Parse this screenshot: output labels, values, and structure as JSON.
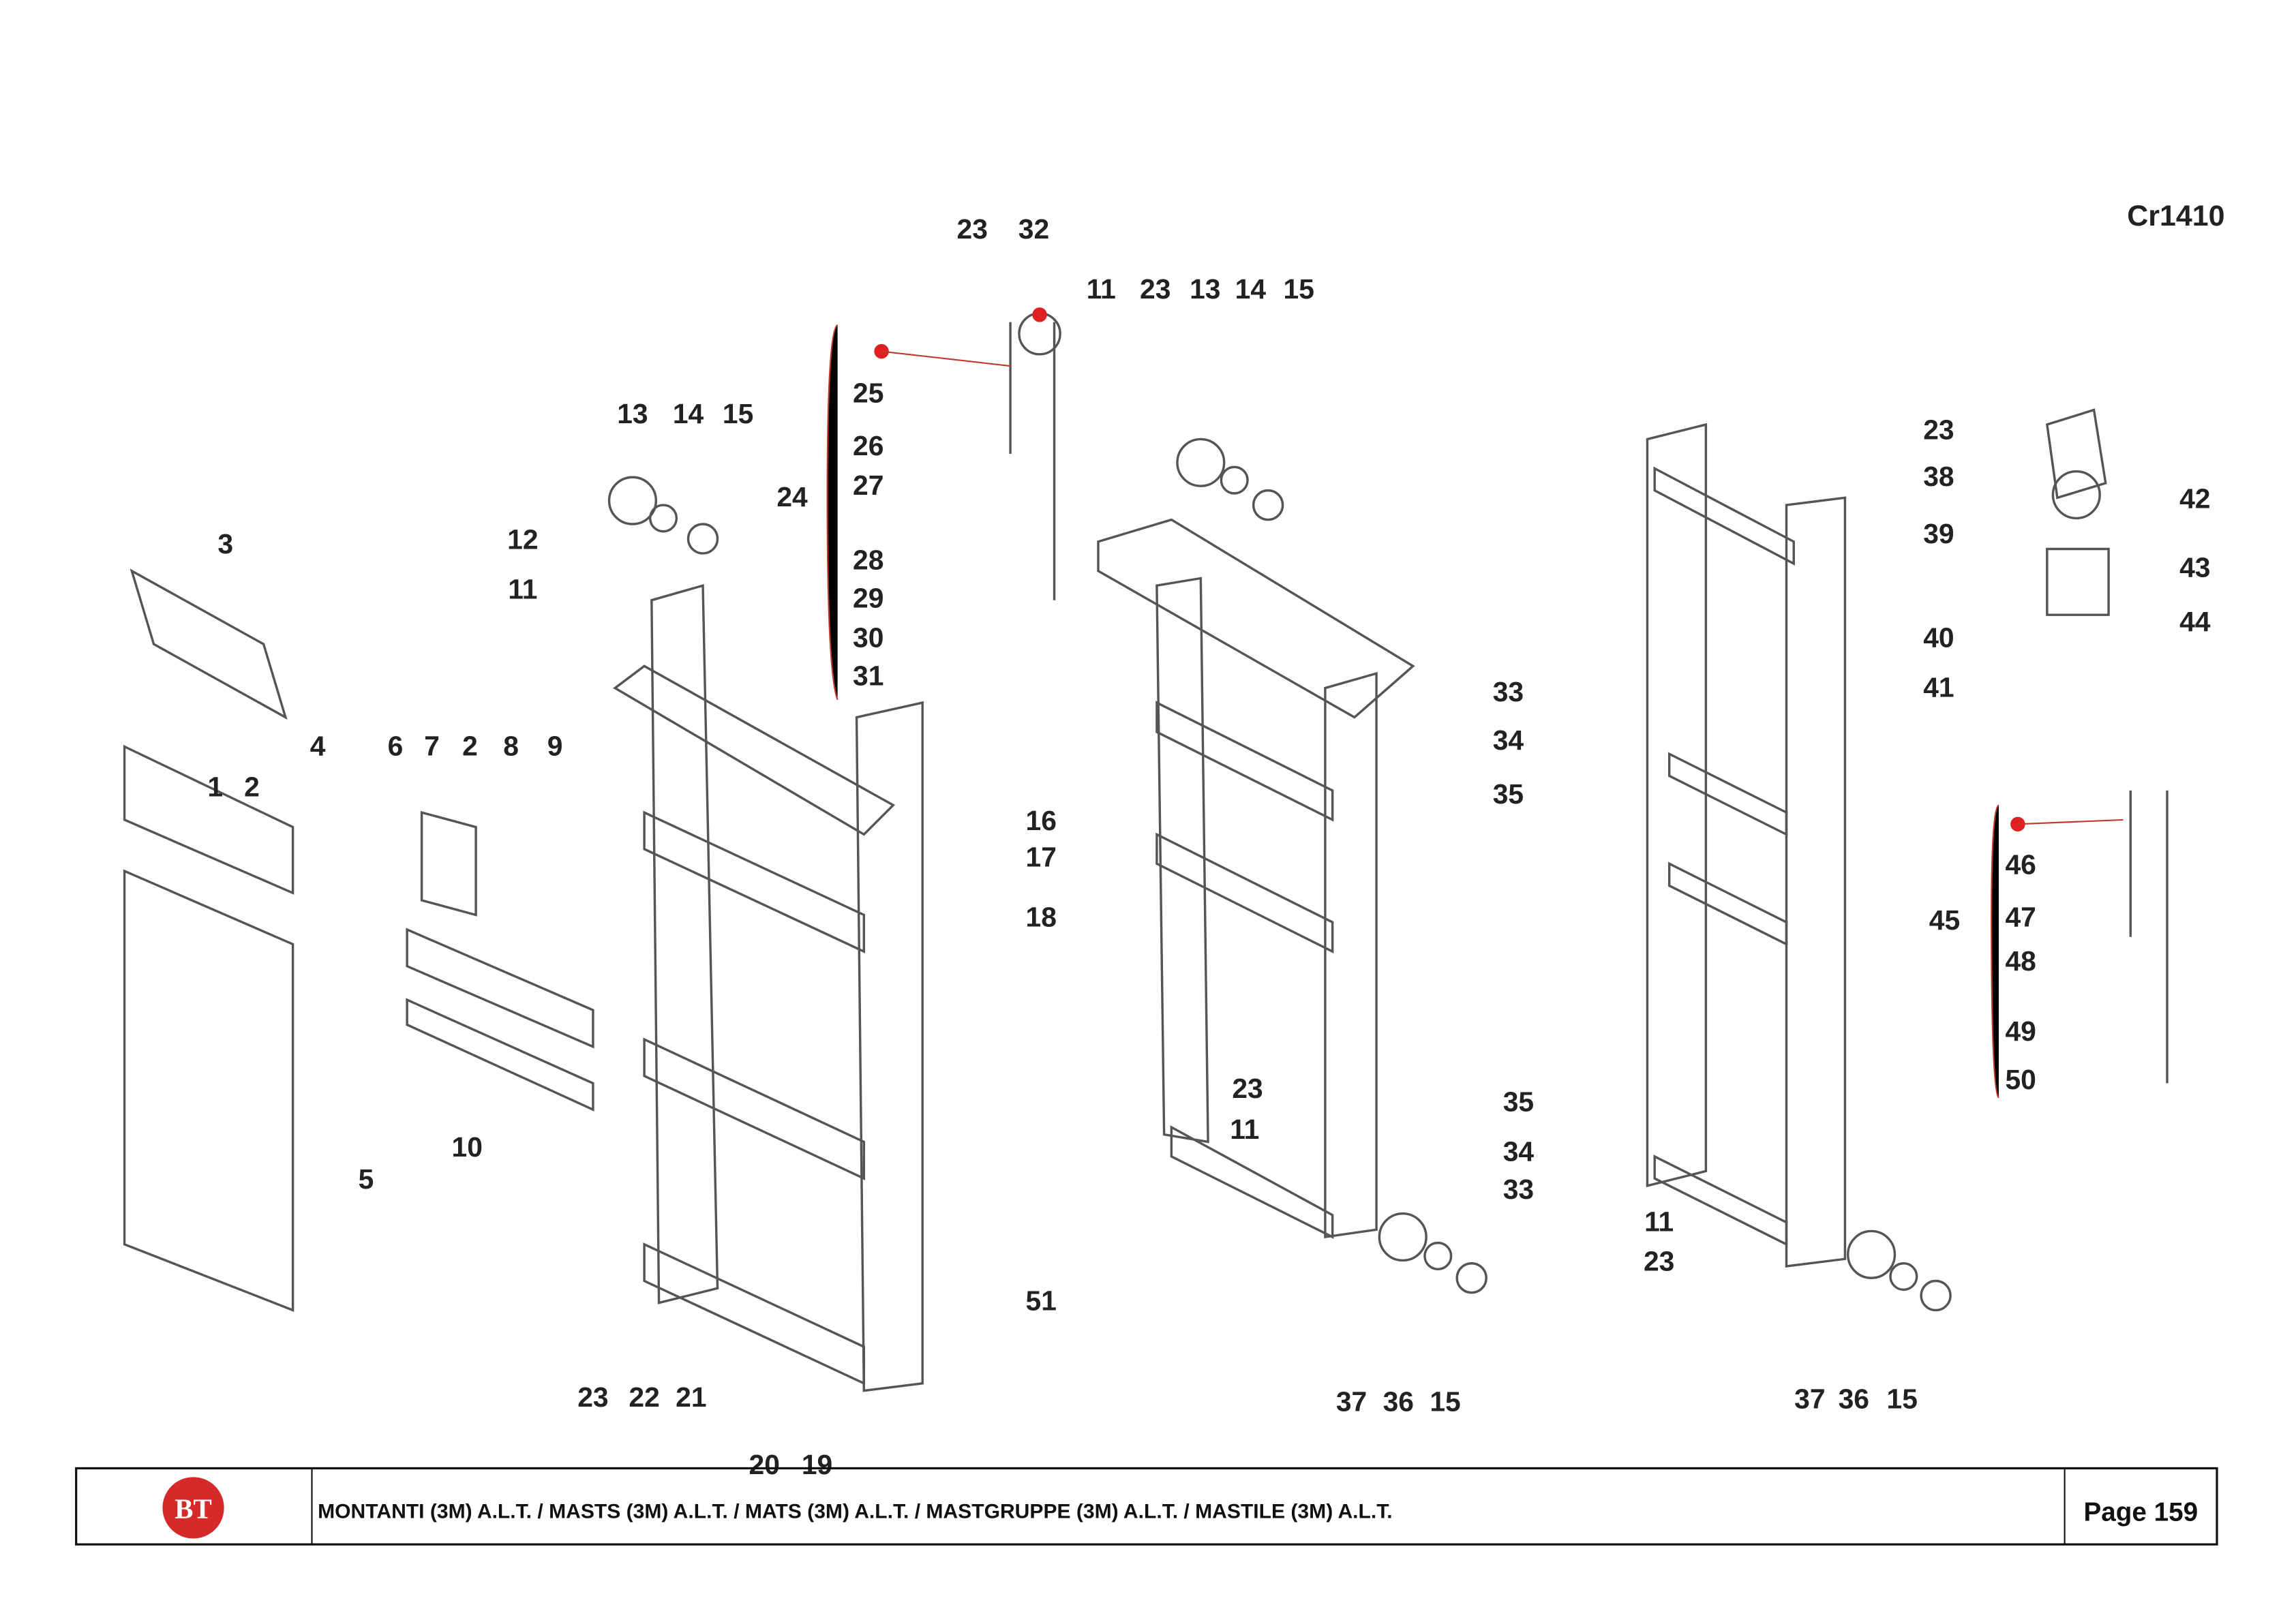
{
  "drawing_code": "Cr1410",
  "callouts": [
    "23",
    "32",
    "11",
    "23",
    "13",
    "14",
    "15",
    "13",
    "14",
    "15",
    "3",
    "12",
    "11",
    "25",
    "26",
    "27",
    "24",
    "28",
    "29",
    "30",
    "31",
    "23",
    "38",
    "42",
    "39",
    "43",
    "44",
    "40",
    "41",
    "33",
    "34",
    "35",
    "4",
    "6",
    "7",
    "2",
    "8",
    "9",
    "1",
    "2",
    "16",
    "17",
    "18",
    "46",
    "45",
    "47",
    "48",
    "49",
    "50",
    "10",
    "5",
    "23",
    "11",
    "35",
    "34",
    "33",
    "11",
    "23",
    "51",
    "23",
    "22",
    "21",
    "37",
    "36",
    "15",
    "37",
    "36",
    "15",
    "20",
    "19"
  ],
  "footer": {
    "logo_text": "BT",
    "title": "MONTANTI (3M) A.L.T. / MASTS (3M) A.L.T. / MATS (3M) A.L.T. / MASTGRUPPE (3M) A.L.T. / MASTILE (3M) A.L.T.",
    "page": "Page 159"
  },
  "colors": {
    "marker": "#e02020",
    "logo": "#d42a2a"
  }
}
